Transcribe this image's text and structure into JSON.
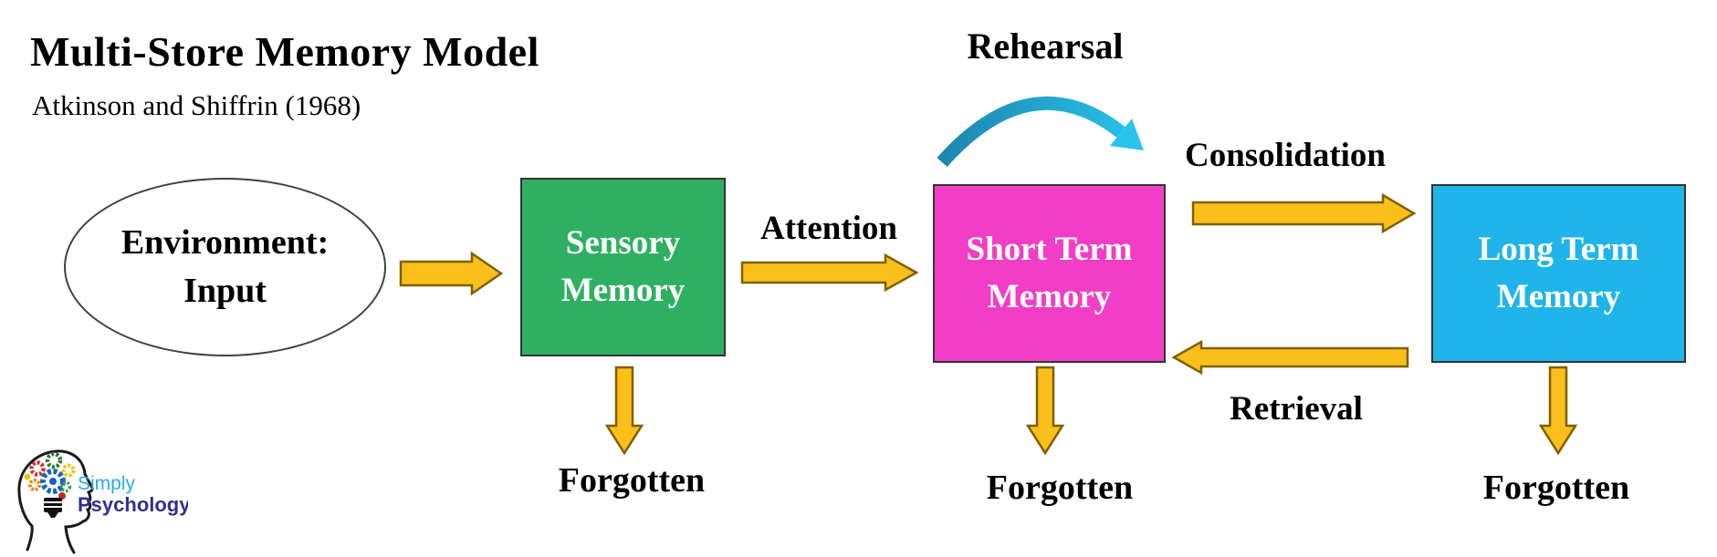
{
  "header": {
    "title": "Multi-Store Memory Model",
    "subtitle": "Atkinson and Shiffrin (1968)"
  },
  "nodes": {
    "environment": {
      "lines": [
        "Environment:",
        "Input"
      ],
      "shape": "ellipse",
      "fill": "#FFFFFF",
      "text_color": "#000000"
    },
    "sensory_memory": {
      "lines": [
        "Sensory",
        "Memory"
      ],
      "shape": "rect",
      "fill": "#2EB062",
      "text_color": "#FFFFFF"
    },
    "short_term_memory": {
      "lines": [
        "Short Term",
        "Memory"
      ],
      "shape": "rect",
      "fill": "#F23DC6",
      "text_color": "#FFFFFF"
    },
    "long_term_memory": {
      "lines": [
        "Long Term",
        "Memory"
      ],
      "shape": "rect",
      "fill": "#1FB5EA",
      "text_color": "#FFFFFF"
    }
  },
  "labels": {
    "attention": "Attention",
    "rehearsal": "Rehearsal",
    "consolidation": "Consolidation",
    "retrieval": "Retrieval",
    "forgotten_sensory": "Forgotten",
    "forgotten_short_term": "Forgotten",
    "forgotten_long_term": "Forgotten"
  },
  "colors": {
    "arrow_fill": "#FCBE1A",
    "arrow_outline": "#7F6000",
    "rehearsal_arc_start": "#1D86B0",
    "rehearsal_arc_end": "#29C3EE",
    "node_border": "#333333"
  },
  "logo": {
    "line1": "Simply",
    "line2": "Psychology",
    "line1_color": "#29ABE2",
    "line2_color": "#2E3192"
  }
}
